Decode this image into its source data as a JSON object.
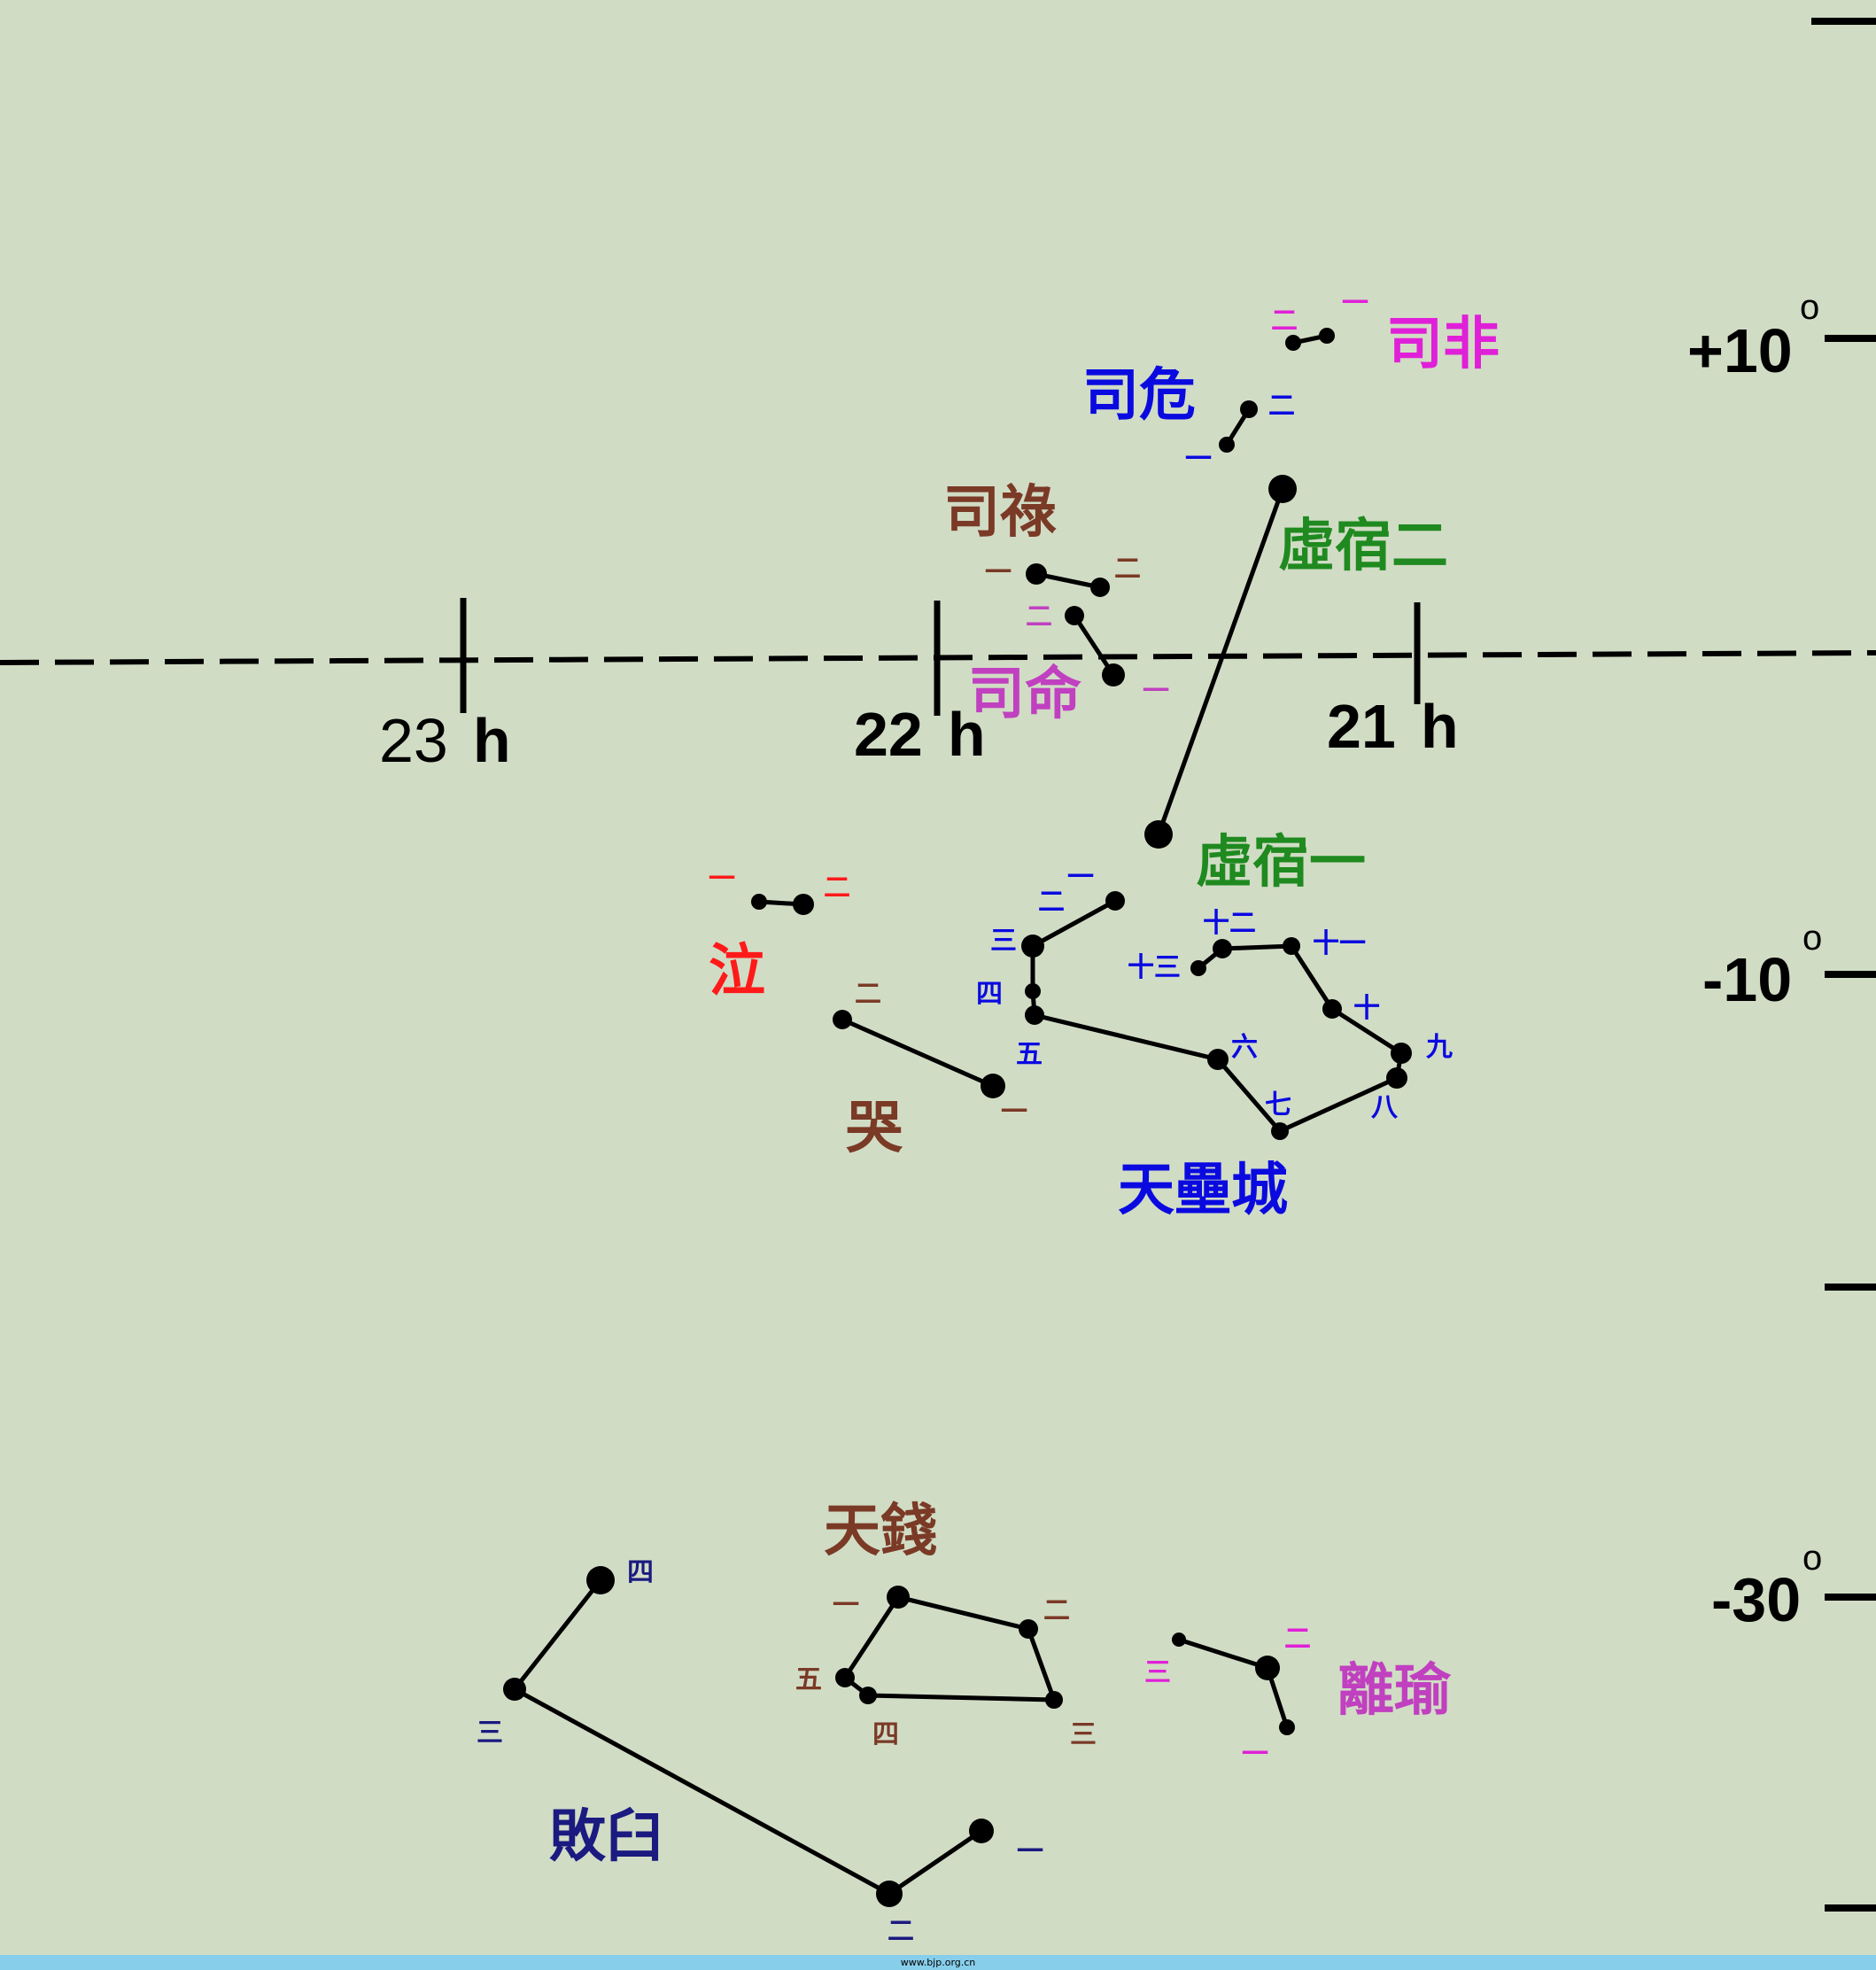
{
  "axis": {
    "hours": [
      {
        "num": "23",
        "h": "h",
        "bold": false
      },
      {
        "num": "22",
        "h": "h",
        "bold": true
      },
      {
        "num": "21",
        "h": "h",
        "bold": true
      }
    ],
    "dec": [
      {
        "label": "+10",
        "deg": "o"
      },
      {
        "label": "-10",
        "deg": "o"
      },
      {
        "label": "-30",
        "deg": "o"
      }
    ]
  },
  "colors": {
    "background": "#d1dcc5",
    "green": "#1f8a1f",
    "blue": "#0a0ae0",
    "navy": "#1a1a80",
    "brown": "#7a3a26",
    "magenta": "#e020d8",
    "red": "#ff1a1a",
    "orchid": "#c040c0"
  },
  "constellations": {
    "sifei": {
      "name": "司非",
      "stars": [
        "一",
        "二"
      ]
    },
    "siwei": {
      "name": "司危",
      "stars": [
        "一",
        "二"
      ]
    },
    "silu": {
      "name": "司祿",
      "stars": [
        "一",
        "二"
      ]
    },
    "siming": {
      "name": "司命",
      "stars": [
        "二",
        "一"
      ]
    },
    "xu2": {
      "name": "虛宿二"
    },
    "xu1": {
      "name": "虛宿一"
    },
    "qi": {
      "name": "泣",
      "stars": [
        "一",
        "二"
      ]
    },
    "ku": {
      "name": "哭",
      "stars": [
        "二",
        "一"
      ]
    },
    "tianleicheng": {
      "name": "天壘城",
      "stars": [
        "一",
        "二",
        "三",
        "四",
        "五",
        "六",
        "七",
        "八",
        "九",
        "十",
        "十一",
        "十二",
        "十三"
      ]
    },
    "tianqian": {
      "name": "天錢",
      "stars": [
        "一",
        "二",
        "三",
        "四",
        "五"
      ]
    },
    "baijiu": {
      "name": "敗臼",
      "stars": [
        "一",
        "二",
        "三",
        "四"
      ]
    },
    "liyu": {
      "name": "離瑜",
      "stars": [
        "一",
        "二",
        "三"
      ]
    }
  },
  "footer": "www.bjp.org.cn"
}
